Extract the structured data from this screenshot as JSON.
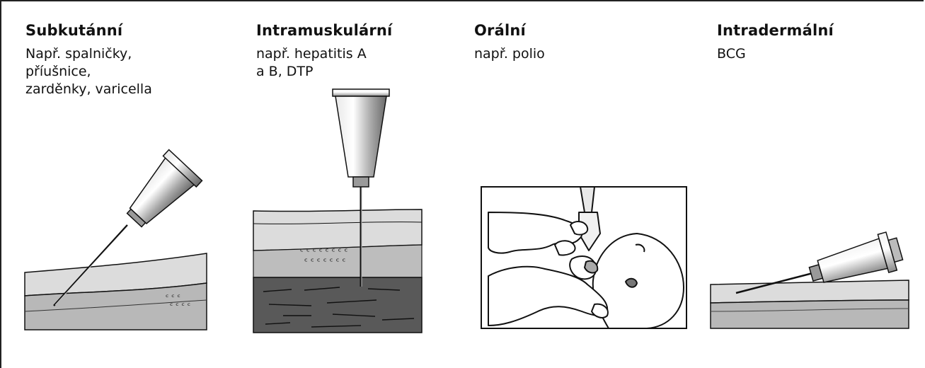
{
  "columns": [
    {
      "title": "Subkutánní",
      "desc": "Např. spalničky,\npříušnice,\nzarděnky, varicella"
    },
    {
      "title": "Intramuskulární",
      "desc": "např. hepatitis A\na B, DTP"
    },
    {
      "title": "Orální",
      "desc": "např. polio"
    },
    {
      "title": "Intradermální",
      "desc": "BCG"
    }
  ],
  "colors": {
    "skin_light": "#d8d8d8",
    "skin_mid": "#b9b9b9",
    "muscle": "#5a5a5a",
    "ink": "#111111"
  }
}
